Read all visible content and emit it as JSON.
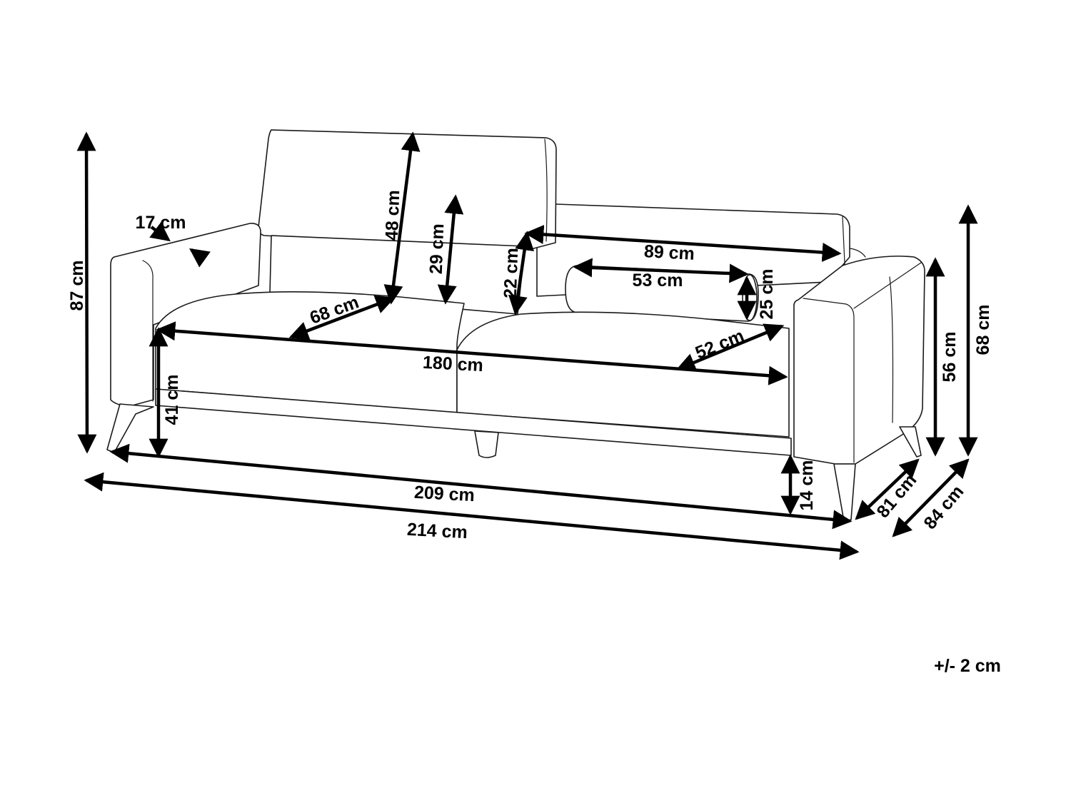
{
  "labels": {
    "overall_height": "87 cm",
    "armrest_width": "17 cm",
    "backrest_height": "48 cm",
    "back_cushion_height": "29 cm",
    "headrest_height": "22 cm",
    "headrest_width": "89 cm",
    "bolster_length": "53 cm",
    "bolster_diameter": "25 cm",
    "seat_depth_left": "68 cm",
    "seat_depth_right": "52 cm",
    "seat_width": "180 cm",
    "seat_height": "41 cm",
    "leg_height": "14 cm",
    "armrest_height": "56 cm",
    "backrest_side_height": "68 cm",
    "depth_81": "81 cm",
    "depth_84": "84 cm",
    "width_209": "209 cm",
    "width_214": "214 cm",
    "tolerance": "+/- 2 cm"
  }
}
